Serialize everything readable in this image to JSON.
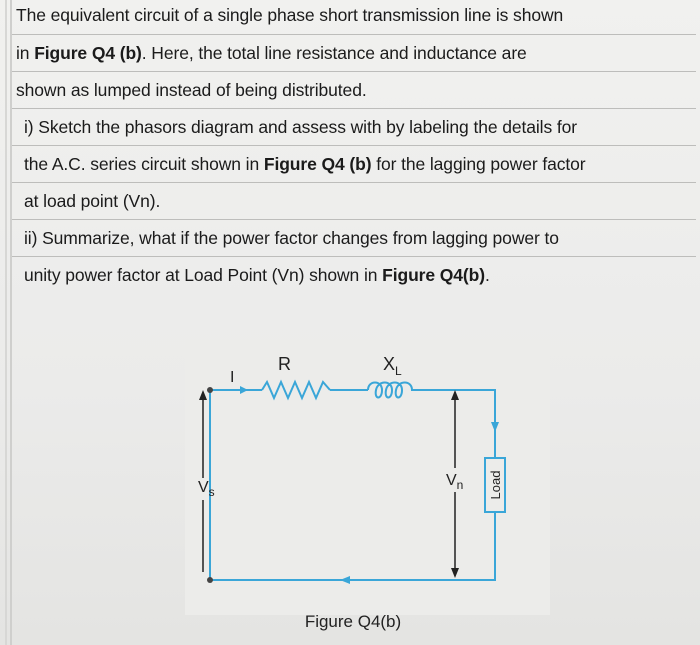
{
  "question": {
    "lines": [
      {
        "parts": [
          "The equivalent circuit of a single phase short transmission line is shown"
        ]
      },
      {
        "parts": [
          "in ",
          "Figure Q4 (b)",
          ". Here, the total line resistance and inductance are"
        ]
      },
      {
        "parts": [
          "shown as lumped instead of being distributed."
        ]
      },
      {
        "parts": [
          "i) Sketch the phasors diagram and assess with by labeling the details for"
        ]
      },
      {
        "parts": [
          "the A.C. series circuit shown in ",
          "Figure Q4 (b)",
          " for the lagging power factor"
        ]
      },
      {
        "parts": [
          "at load point (Vn)."
        ]
      },
      {
        "parts": [
          "ii) Summarize, what if the power factor changes from lagging power to"
        ]
      },
      {
        "parts": [
          "unity power factor at Load Point (Vn) shown in ",
          "Figure Q4(b)",
          "."
        ]
      }
    ]
  },
  "figure": {
    "labels": {
      "current": "I",
      "resistor": "R",
      "inductor": "X",
      "inductor_sub": "L",
      "source_voltage": "V",
      "source_voltage_sub": "s",
      "load_voltage": "V",
      "load_voltage_sub": "n",
      "load": "Load"
    },
    "caption": "Figure Q4(b)",
    "wire_color": "#3aa6d8"
  }
}
